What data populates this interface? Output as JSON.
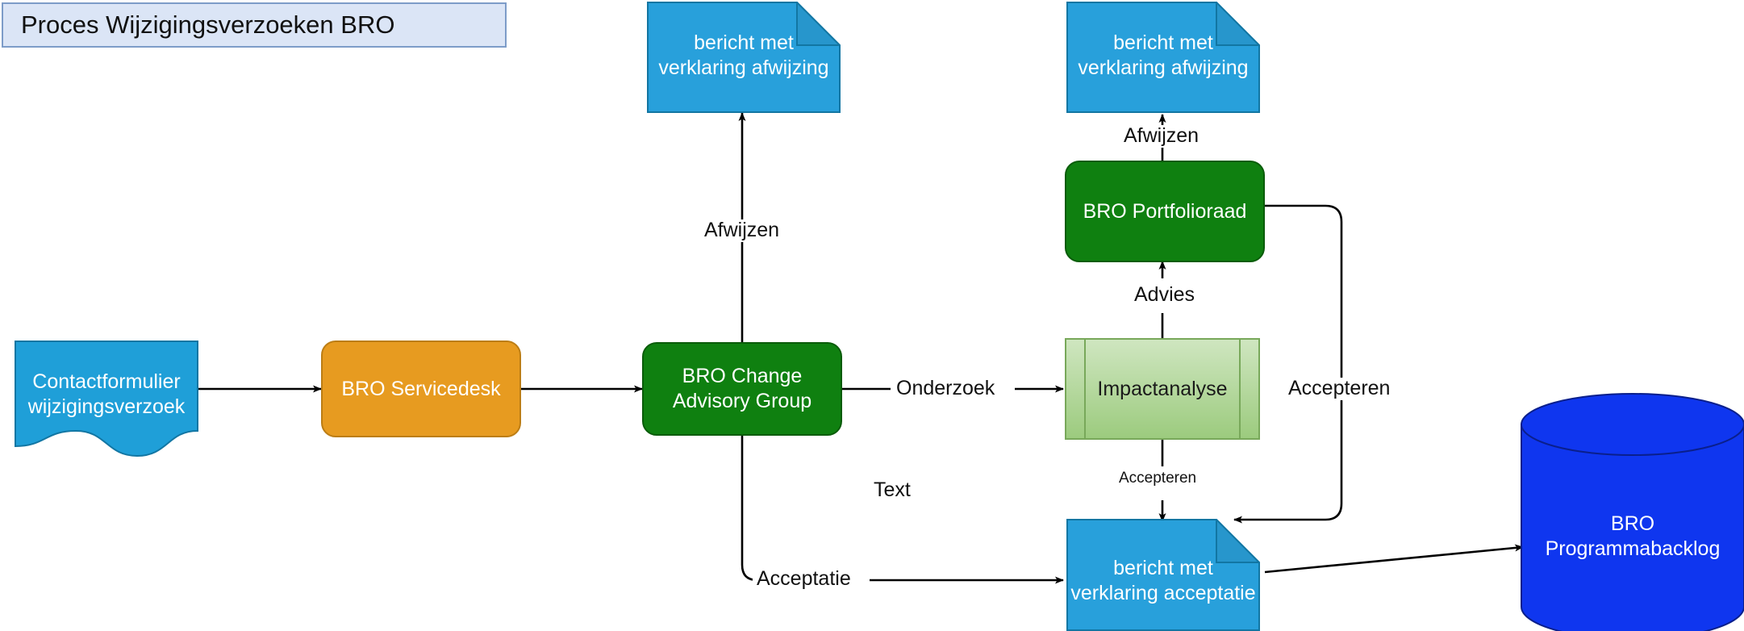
{
  "diagram": {
    "title": "Proces Wijzigingsverzoeken BRO",
    "type": "flowchart",
    "colors": {
      "title_fill": "#dbe5f6",
      "title_border": "#7d9cc8",
      "note_blue": "#28a0db",
      "note_fold": "#1d87bb",
      "document_blue": "#1f9fd8",
      "document_border": "#1276a3",
      "process_orange": "#e79b20",
      "process_orange_border": "#bc7d14",
      "process_green": "#0f8010",
      "process_green_border": "#0a5c0a",
      "subprocess_green_light": "#cfe6c0",
      "subprocess_green_dark": "#9ccb7e",
      "subprocess_border": "#78a85a",
      "database_blue": "#0f36ef",
      "database_border": "#0a1f8c",
      "edge_stroke": "#000000",
      "text_light": "#ffffff",
      "text_dark": "#111111"
    }
  },
  "nodes": {
    "contactformulier": {
      "label": "Contactformulier\nwijzigingsverzoek",
      "shape": "document"
    },
    "servicedesk": {
      "label": "BRO Servicedesk",
      "shape": "rounded-rect"
    },
    "change_advisory_group": {
      "label": "BRO Change\nAdvisory Group",
      "shape": "rounded-rect"
    },
    "impactanalyse": {
      "label": "Impactanalyse",
      "shape": "predefined-process"
    },
    "portfolioraad": {
      "label": "BRO Portfolioraad",
      "shape": "rounded-rect"
    },
    "note_afwijzing_left": {
      "label": "bericht met\nverklaring afwijzing",
      "shape": "note"
    },
    "note_afwijzing_right": {
      "label": "bericht met\nverklaring afwijzing",
      "shape": "note"
    },
    "note_acceptatie": {
      "label": "bericht met\nverklaring acceptatie",
      "shape": "note"
    },
    "programmabacklog": {
      "label": "BRO\nProgrammabacklog",
      "shape": "cylinder"
    }
  },
  "edge_labels": {
    "afwijzen_cag": "Afwijzen",
    "afwijzen_portfolioraad": "Afwijzen",
    "onderzoek": "Onderzoek",
    "advies": "Advies",
    "accepteren_impactanalyse": "Accepteren",
    "accepteren_portfolioraad": "Accepteren",
    "acceptatie": "Acceptatie",
    "loose_text": "Text"
  }
}
